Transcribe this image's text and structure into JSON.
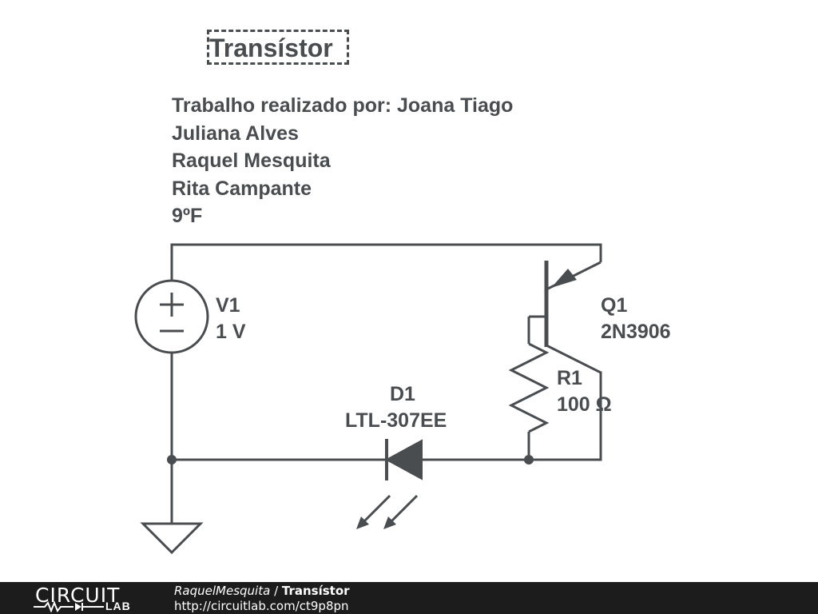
{
  "schematic": {
    "title": "Transístor",
    "description_lines": [
      "Trabalho realizado por: Joana Tiago",
      "Juliana Alves",
      "Raquel Mesquita",
      "Rita Campante",
      "9ºF"
    ],
    "components": {
      "v1": {
        "ref": "V1",
        "value": "1 V"
      },
      "q1": {
        "ref": "Q1",
        "value": "2N3906"
      },
      "r1": {
        "ref": "R1",
        "value": "100 Ω"
      },
      "d1": {
        "ref": "D1",
        "value": "LTL-307EE"
      }
    },
    "wire_color": "#4a4d50"
  },
  "footer": {
    "logo_top": "CIRCUIT",
    "logo_bottom": "LAB",
    "user": "RaquelMesquita",
    "separator": " / ",
    "project": "Transístor",
    "url": "http://circuitlab.com/ct9p8pn"
  }
}
